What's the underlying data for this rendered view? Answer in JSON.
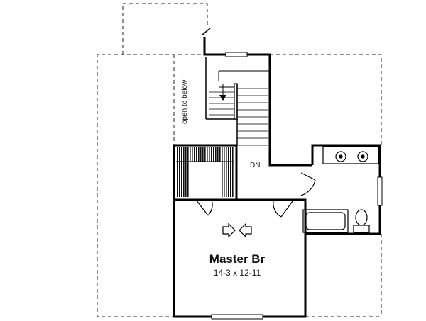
{
  "plan": {
    "rooms": [
      {
        "name": "Master Br",
        "dimensions": "14-3 x 12-11"
      }
    ],
    "labels": {
      "open_to_below": "open to below",
      "stair_direction": "DN"
    }
  }
}
